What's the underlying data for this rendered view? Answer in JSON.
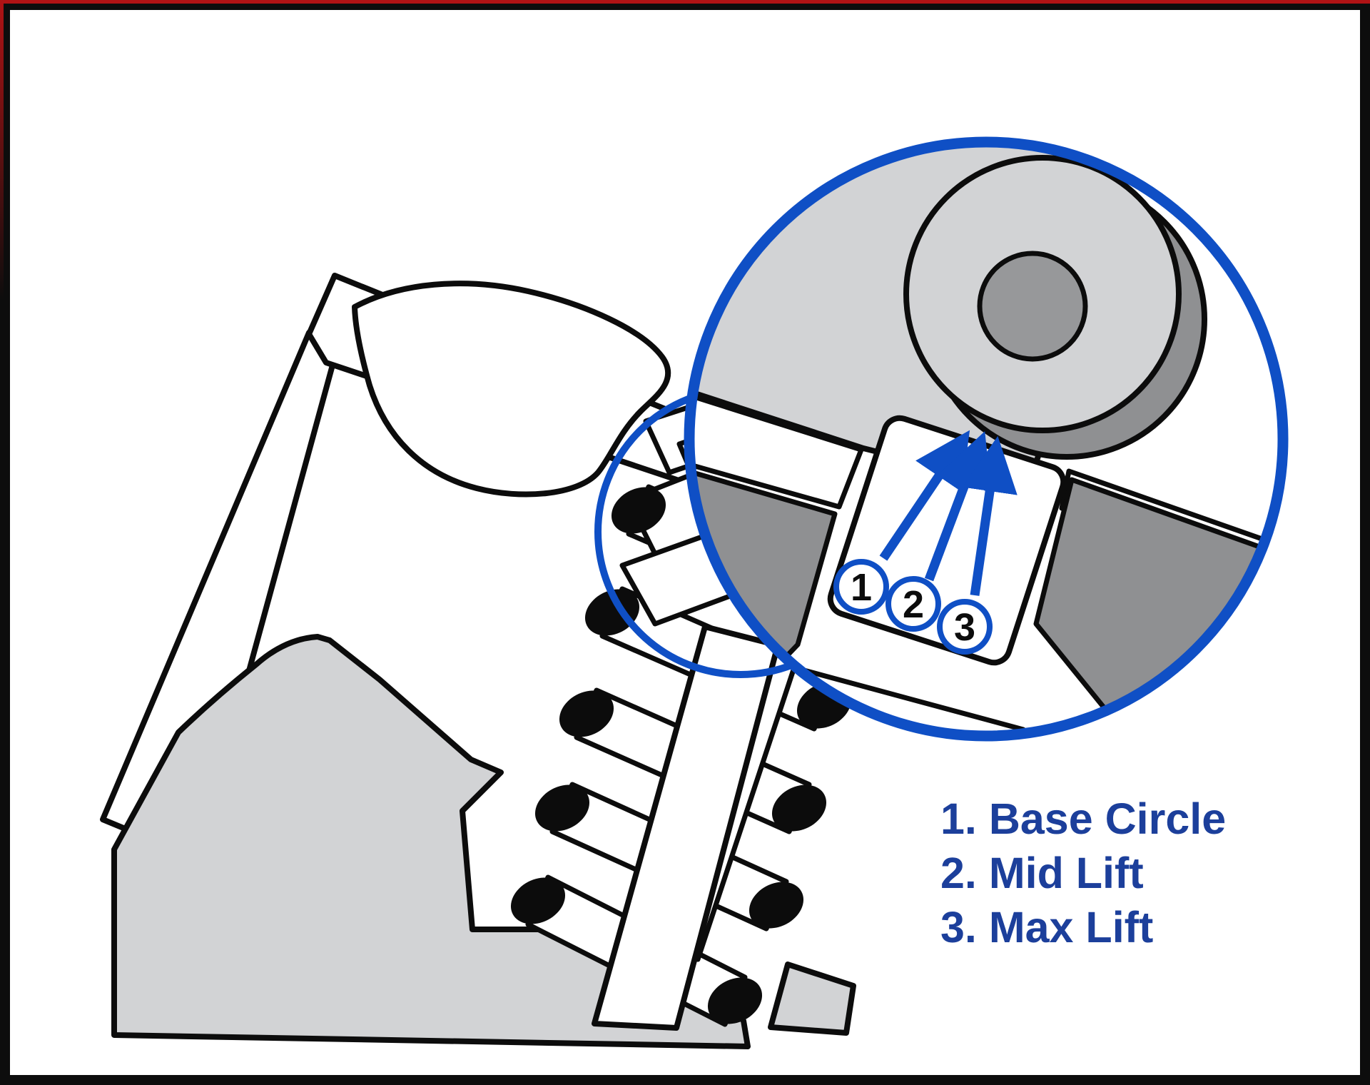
{
  "figure": {
    "type": "technical-illustration",
    "subject": "Valve train cross-section with magnified cam follower contact points",
    "magnifier": {
      "callout_numbers": [
        "1",
        "2",
        "3"
      ]
    },
    "legend": {
      "items": [
        {
          "number": "1",
          "label": "Base Circle",
          "text": "1. Base Circle"
        },
        {
          "number": "2",
          "label": "Mid Lift",
          "text": "2. Mid Lift"
        },
        {
          "number": "3",
          "label": "Max Lift",
          "text": "3. Max Lift"
        }
      ]
    },
    "colors": {
      "accent_blue": "#0f4fc5",
      "legend_text_blue": "#1c3f9b",
      "light_gray": "#d2d3d5",
      "mid_gray": "#8f9092",
      "line_black": "#0c0c0c",
      "frame_black": "#0d0d0d",
      "frame_red": "#ab1315",
      "background": "#ffffff"
    }
  }
}
